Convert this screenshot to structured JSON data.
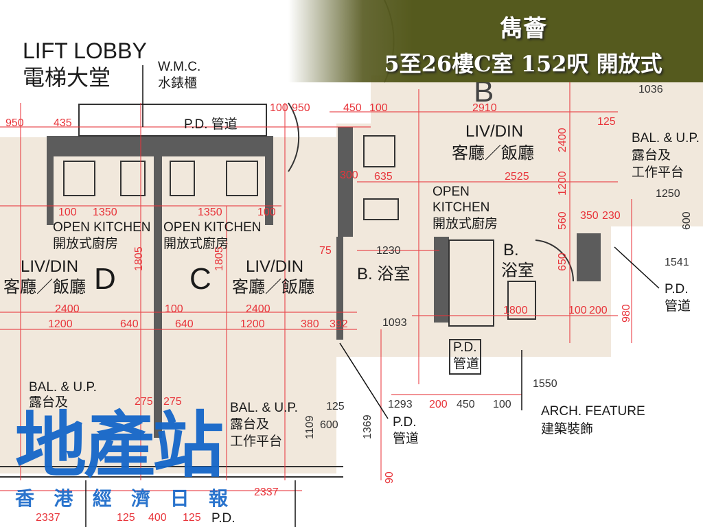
{
  "header": {
    "title": "雋薈",
    "subtitle": "5至26樓C室 152呎 開放式"
  },
  "logo": {
    "name": "地產站",
    "sub": [
      "香",
      "港",
      "經",
      "濟",
      "日",
      "報"
    ]
  },
  "colors": {
    "header": "#555a1e",
    "dimension": "#e8343a",
    "logo": "#1466c8",
    "floor": "#f1e8dc"
  },
  "plan": {
    "labels": [
      "LIFT LOBBY",
      "電梯大堂",
      "W.M.C.",
      "水錶櫃",
      "P.D. 管道",
      "OPEN KITCHEN",
      "開放式廚房",
      "OPEN KITCHEN",
      "開放式廚房",
      "LIV/DIN",
      "客廳／飯廳",
      "D",
      "C",
      "LIV/DIN",
      "客廳／飯廳",
      "BAL. & U.P.",
      "露台及",
      "BAL. & U.P.",
      "露台及",
      "工作平台",
      "LIV/DIN",
      "客廳／飯廳",
      "OPEN",
      "KITCHEN",
      "開放式廚房",
      "B. 浴室",
      "B.",
      "浴室",
      "P.D.",
      "管道",
      "BAL. & U.P.",
      "露台及",
      "工作平台",
      "P.D.",
      "管道",
      "ARCH. FEATURE",
      "建築裝飾",
      "P.D.",
      "管道",
      "P.D.",
      "B"
    ],
    "dims": [
      "950",
      "435",
      "100",
      "950",
      "450",
      "100",
      "2910",
      "1036",
      "125",
      "2525",
      "1250",
      "1541",
      "100",
      "1350",
      "1350",
      "100",
      "2400",
      "1200",
      "640",
      "100",
      "640",
      "2400",
      "1200",
      "380",
      "392",
      "1230",
      "75",
      "1093",
      "1800",
      "100",
      "200",
      "1293",
      "200",
      "450",
      "100",
      "1550",
      "2337",
      "125",
      "400",
      "125",
      "2337",
      "275",
      "275",
      "635",
      "300",
      "1805",
      "1805",
      "2400",
      "1200",
      "560",
      "650",
      "980",
      "600",
      "1109",
      "1369",
      "600",
      "125",
      "90",
      "350",
      "230"
    ]
  }
}
